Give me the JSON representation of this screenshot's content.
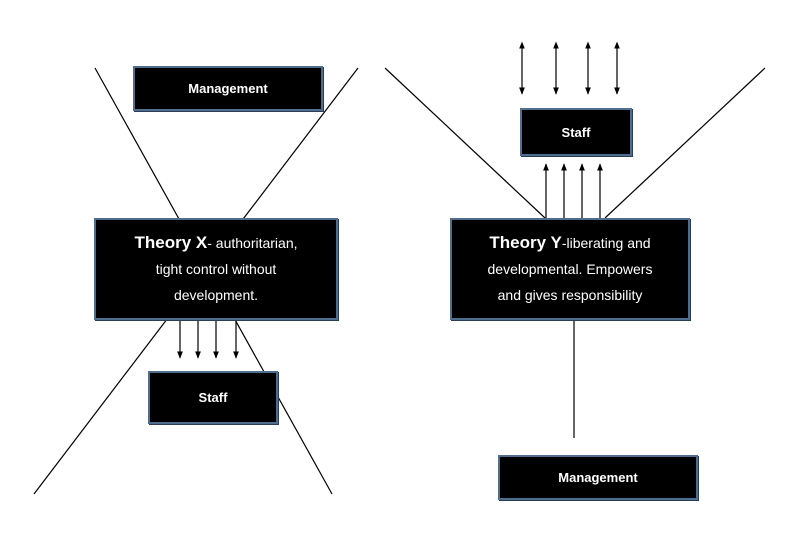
{
  "theory_x": {
    "management_label": "Management",
    "staff_label": "Staff",
    "title_bold": "Theory X",
    "title_rest": "- authoritarian,",
    "line2": "tight control without",
    "line3": "development."
  },
  "theory_y": {
    "staff_label": "Staff",
    "management_label": "Management",
    "title_bold": "Theory Y",
    "title_rest": "-liberating and",
    "line2": "developmental. Empowers",
    "line3": "and gives responsibility"
  },
  "colors": {
    "box_fill": "#000000",
    "box_border": "#4f6d8f",
    "box_text": "#ffffff",
    "line": "#000000",
    "background": "#ffffff"
  },
  "icons": {
    "down_arrow": "down-arrow-icon",
    "up_arrow": "up-arrow-icon",
    "double_arrow": "double-arrow-icon"
  }
}
